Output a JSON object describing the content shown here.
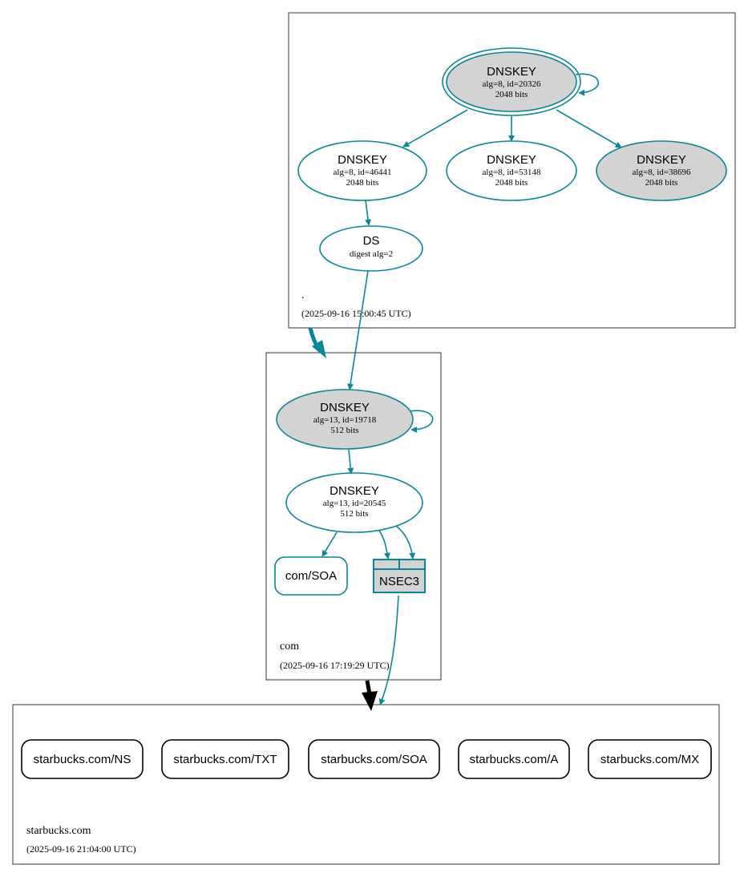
{
  "colors": {
    "edge": "#0a8796",
    "filled_node": "#d3d3d3",
    "zone_border": "#333333",
    "delegation_edge_root": "#0a8796",
    "delegation_edge_com": "#000000"
  },
  "zones": {
    "root": {
      "name": ".",
      "timestamp": "(2025-09-16 15:00:45 UTC)"
    },
    "com": {
      "name": "com",
      "timestamp": "(2025-09-16 17:19:29 UTC)"
    },
    "starbucks": {
      "name": "starbucks.com",
      "timestamp": "(2025-09-16 21:04:00 UTC)"
    }
  },
  "nodes": {
    "root_ksk": {
      "title": "DNSKEY",
      "line1": "alg=8, id=20326",
      "line2": "2048 bits"
    },
    "root_zsk_46441": {
      "title": "DNSKEY",
      "line1": "alg=8, id=46441",
      "line2": "2048 bits"
    },
    "root_zsk_53148": {
      "title": "DNSKEY",
      "line1": "alg=8, id=53148",
      "line2": "2048 bits"
    },
    "root_ksk_38696": {
      "title": "DNSKEY",
      "line1": "alg=8, id=38696",
      "line2": "2048 bits"
    },
    "root_ds": {
      "title": "DS",
      "line1": "digest alg=2"
    },
    "com_ksk": {
      "title": "DNSKEY",
      "line1": "alg=13, id=19718",
      "line2": "512 bits"
    },
    "com_zsk": {
      "title": "DNSKEY",
      "line1": "alg=13, id=20545",
      "line2": "512 bits"
    },
    "com_soa": {
      "label": "com/SOA"
    },
    "com_nsec3": {
      "label": "NSEC3"
    }
  },
  "rrsets": [
    {
      "label": "starbucks.com/NS"
    },
    {
      "label": "starbucks.com/TXT"
    },
    {
      "label": "starbucks.com/SOA"
    },
    {
      "label": "starbucks.com/A"
    },
    {
      "label": "starbucks.com/MX"
    }
  ]
}
